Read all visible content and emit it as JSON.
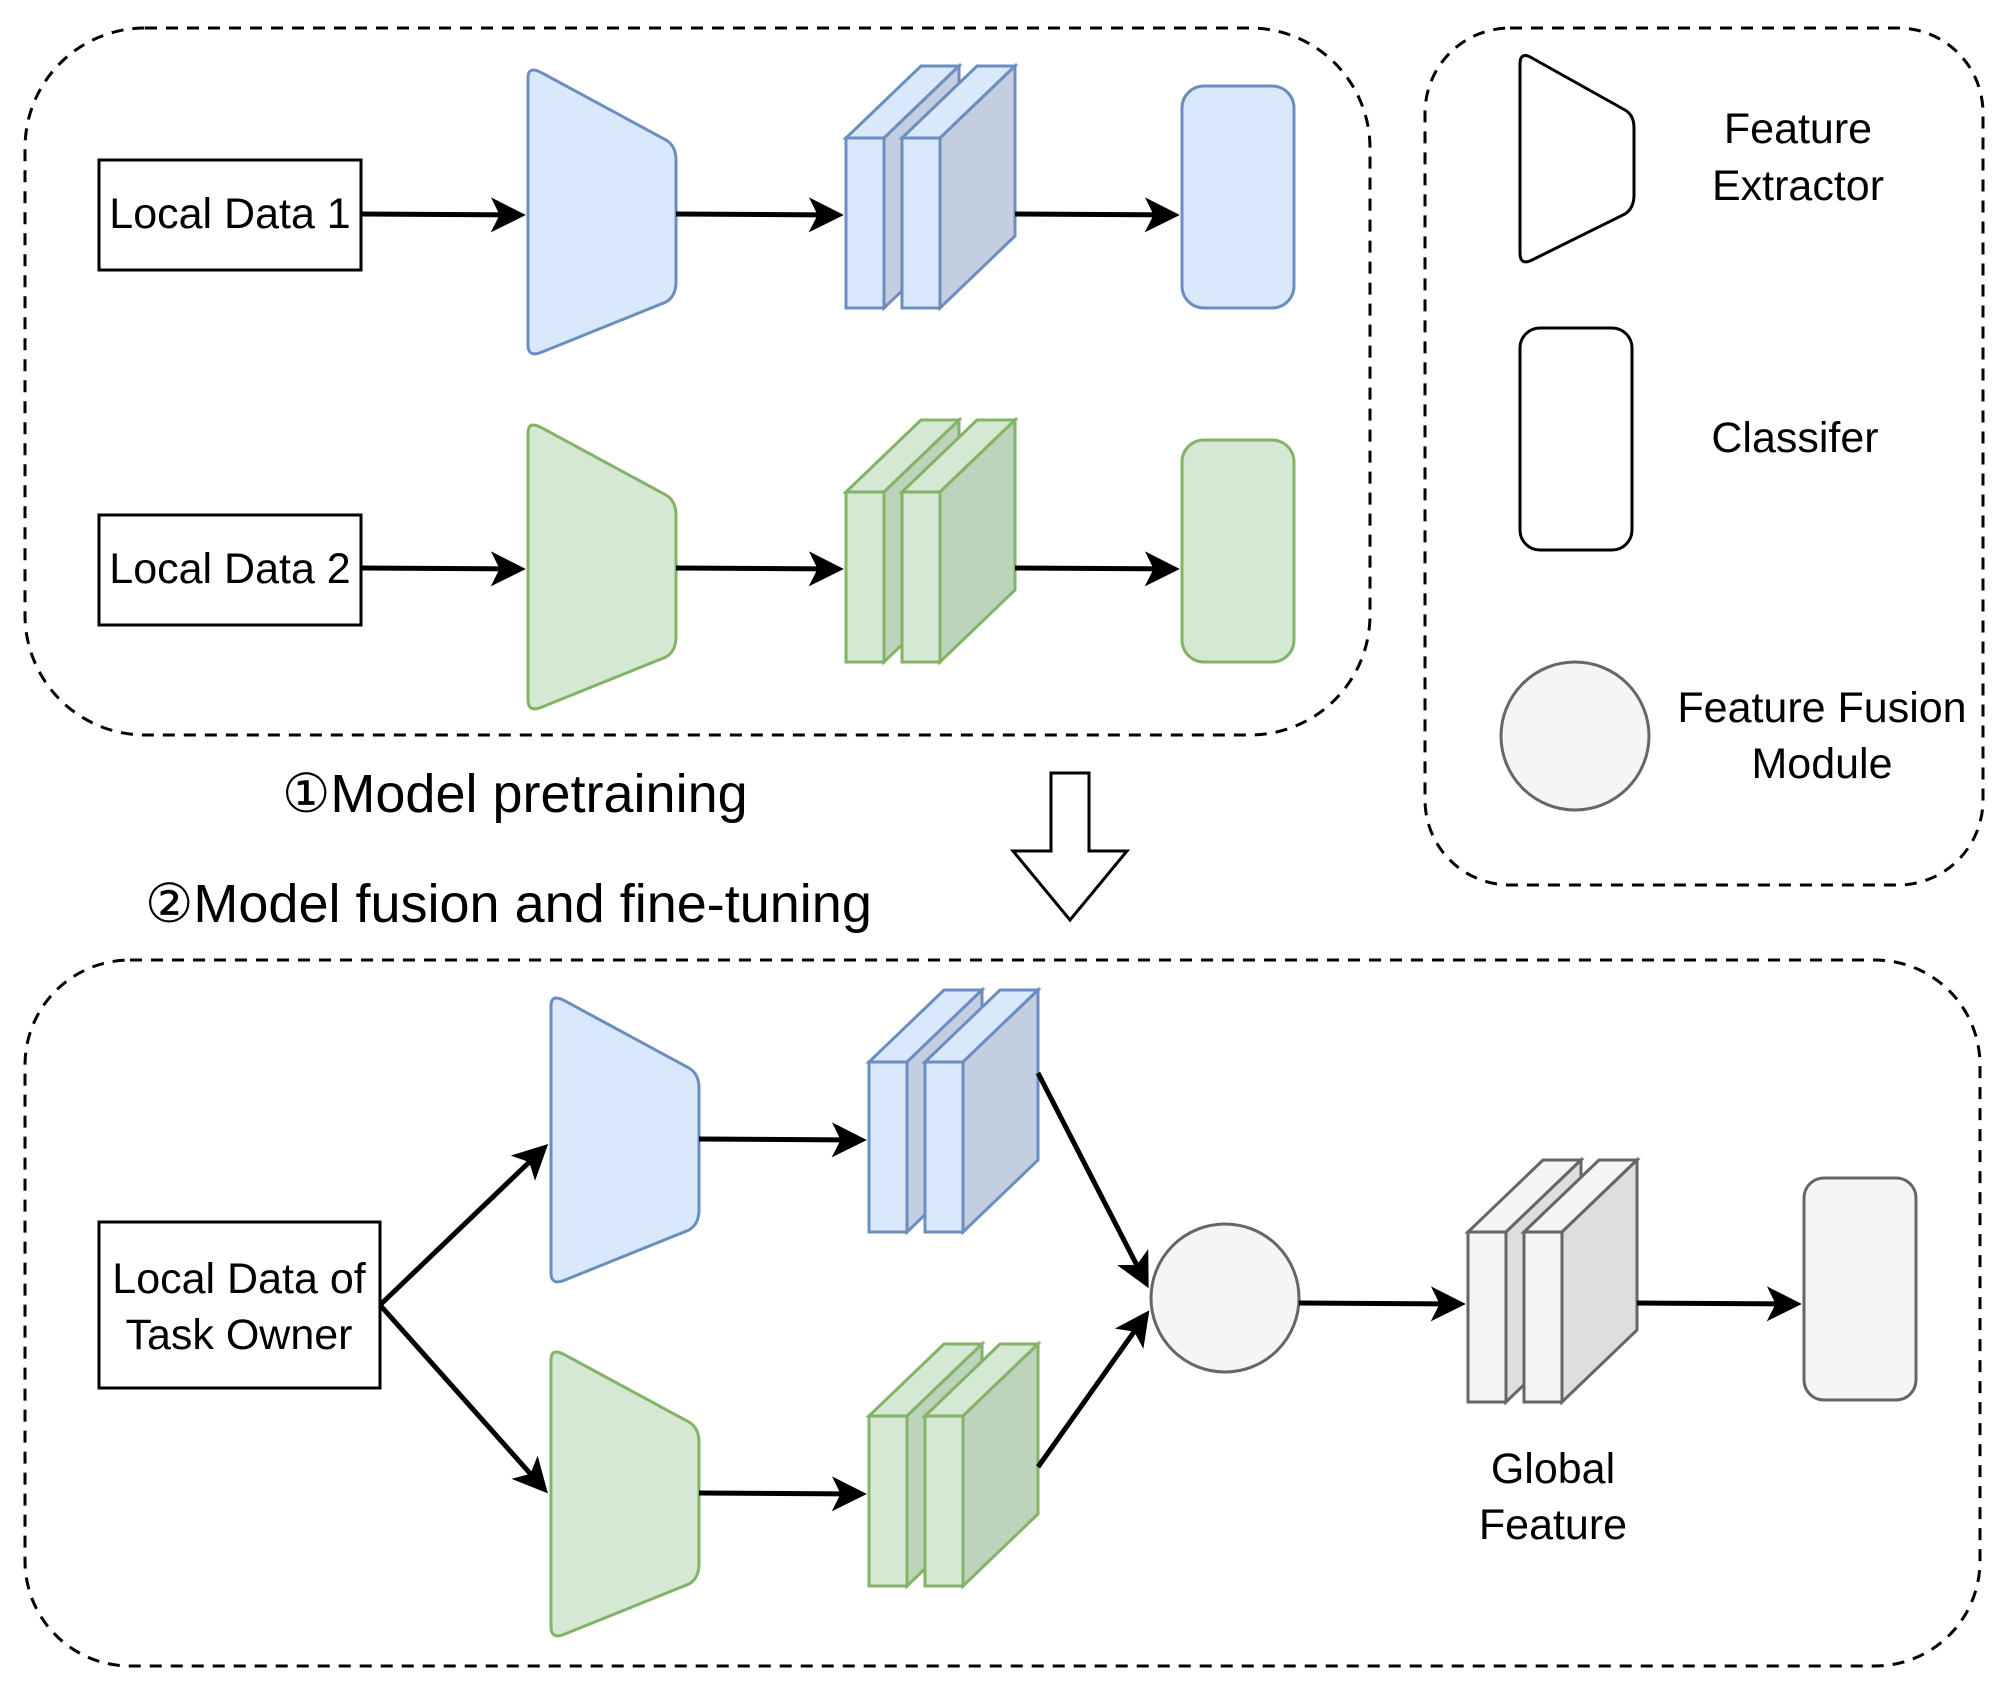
{
  "stage1": {
    "title": "①Model pretraining",
    "input1_label": "Local Data 1",
    "input2_label": "Local Data 2"
  },
  "stage2": {
    "title": "②Model fusion and fine-tuning",
    "input_label_line1": "Local Data of",
    "input_label_line2": "Task Owner",
    "global_feature_line1": "Global",
    "global_feature_line2": "Feature"
  },
  "legend": {
    "feature_extractor_line1": "Feature",
    "feature_extractor_line2": "Extractor",
    "classifier": "Classifer",
    "fusion_line1": "Feature Fusion",
    "fusion_line2": "Module"
  },
  "colors": {
    "blue_fill": "#dae8fc",
    "blue_stroke": "#6c8ebf",
    "blue_dark": "#c3cfe0",
    "green_fill": "#d5e8d4",
    "green_stroke": "#82b366",
    "green_dark": "#bcd4bb",
    "gray_fill": "#f5f5f5",
    "gray_stroke": "#666666",
    "gray_dark": "#dedede"
  }
}
